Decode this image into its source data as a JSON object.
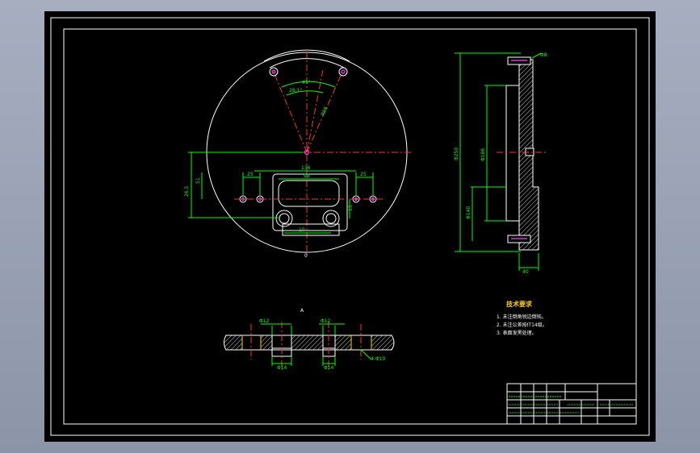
{
  "drawing": {
    "top_view": {
      "dimensions": {
        "angle_small": "28.1°",
        "angle_large": "45°",
        "radial": "R86",
        "pitch_left": "25",
        "pitch_right": "25",
        "slot_width": "136",
        "slot_inner": "98",
        "height_left": "51",
        "depth": "15",
        "bottom_note": "10",
        "center_mark_left": "26.5",
        "center_mark_bottom": "0"
      }
    },
    "side_view": {
      "dimensions": {
        "overall_height": "Φ250",
        "inner_height": "Φ186",
        "lower_height": "Φ140",
        "width_bottom": "40",
        "top_note": "Φ8"
      }
    },
    "section_view": {
      "label": "A",
      "dimensions": {
        "hole_left": "Φ12",
        "hole_right": "Φ12",
        "bore_left": "Φ14",
        "bore_right": "Φ14",
        "holes_note": "4-Φ10"
      }
    },
    "tech_requirements": {
      "title": "技术要求",
      "items": [
        "1. 未注倒角锐边倒钝。",
        "2. 未注公差按IT14级。",
        "3. 表面发黑处理。"
      ]
    },
    "title_block": {
      "rows": [
        "",
        "",
        "",
        "",
        ""
      ]
    }
  }
}
